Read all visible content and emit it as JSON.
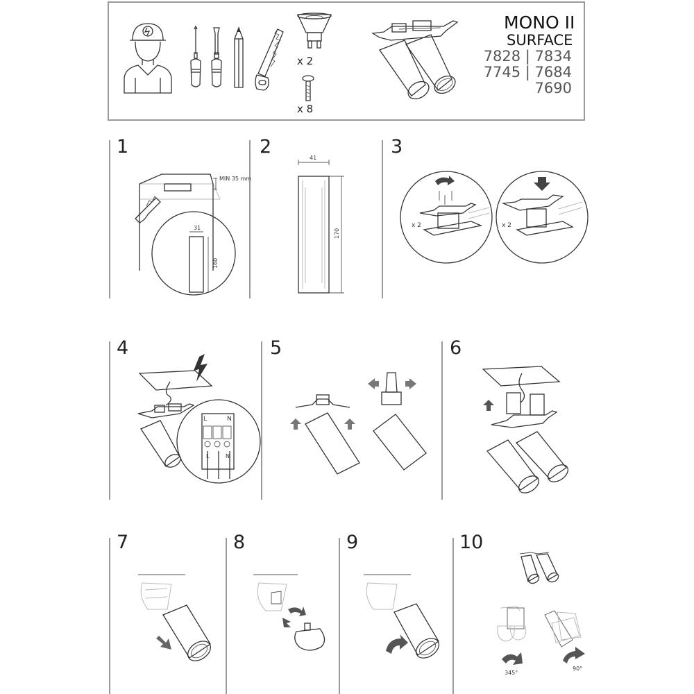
{
  "header": {
    "title_line1": "MONO II",
    "title_line2": "SURFACE",
    "codes": [
      "7828 | 7834",
      "7745 | 7684",
      "7690"
    ],
    "bulb_qty": "x 2",
    "screw_qty": "x 8"
  },
  "steps": [
    {
      "num": "1",
      "labels": {
        "min": "MIN 35 mm",
        "w": "31",
        "h": "160"
      }
    },
    {
      "num": "2",
      "labels": {
        "w": "41",
        "h": "170"
      }
    },
    {
      "num": "3",
      "labels": {
        "qty_a": "x 2",
        "qty_b": "x 2"
      }
    },
    {
      "num": "4",
      "labels": {
        "l": "L",
        "n": "N",
        "l2": "L",
        "n2": "N"
      }
    },
    {
      "num": "5"
    },
    {
      "num": "6"
    },
    {
      "num": "7"
    },
    {
      "num": "8"
    },
    {
      "num": "9"
    },
    {
      "num": "10",
      "labels": {
        "rot": "345°",
        "tilt": "90°"
      }
    }
  ],
  "icons": [
    "electrician-icon",
    "screwdriver-flat-icon",
    "screwdriver-phillips-icon",
    "pencil-icon",
    "saw-icon",
    "gu10-bulb-icon",
    "screw-icon",
    "double-spotlight-icon"
  ]
}
